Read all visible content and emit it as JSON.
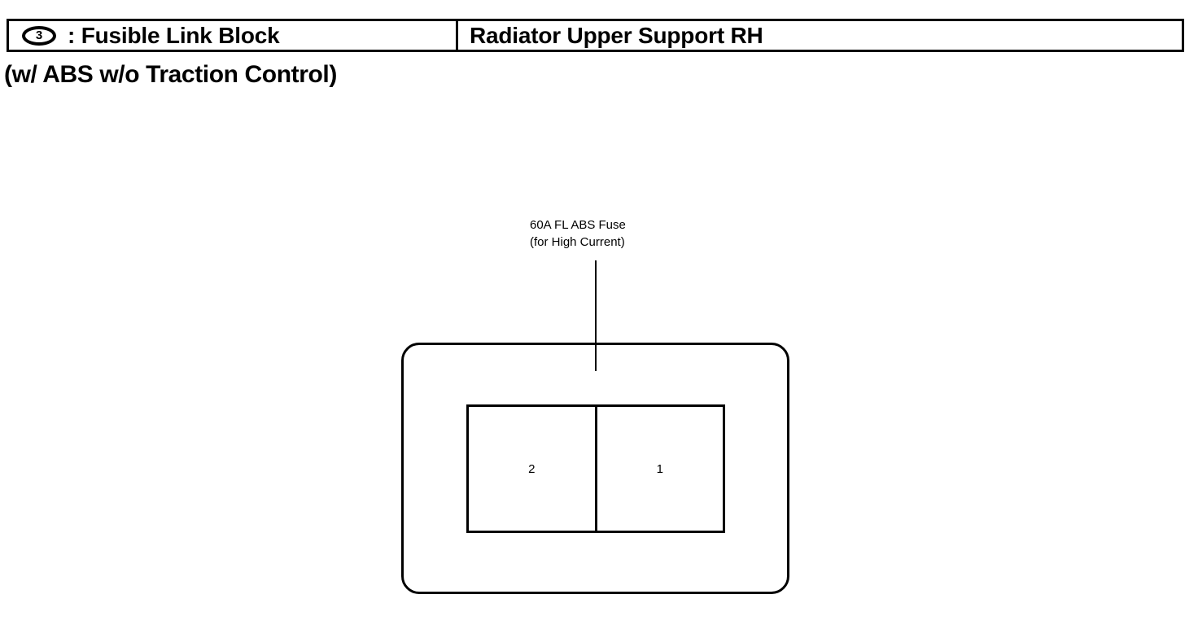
{
  "header": {
    "reference_number": "3",
    "separator": ":",
    "title": "Fusible Link Block",
    "location": "Radiator Upper Support RH"
  },
  "subtitle": "(w/ ABS w/o Traction Control)",
  "diagram": {
    "callout": {
      "line1": "60A FL ABS Fuse",
      "line2": "(for High Current)"
    },
    "fuse_cells": [
      {
        "label": "2"
      },
      {
        "label": "1"
      }
    ]
  },
  "colors": {
    "ink": "#000000",
    "paper": "#ffffff"
  }
}
